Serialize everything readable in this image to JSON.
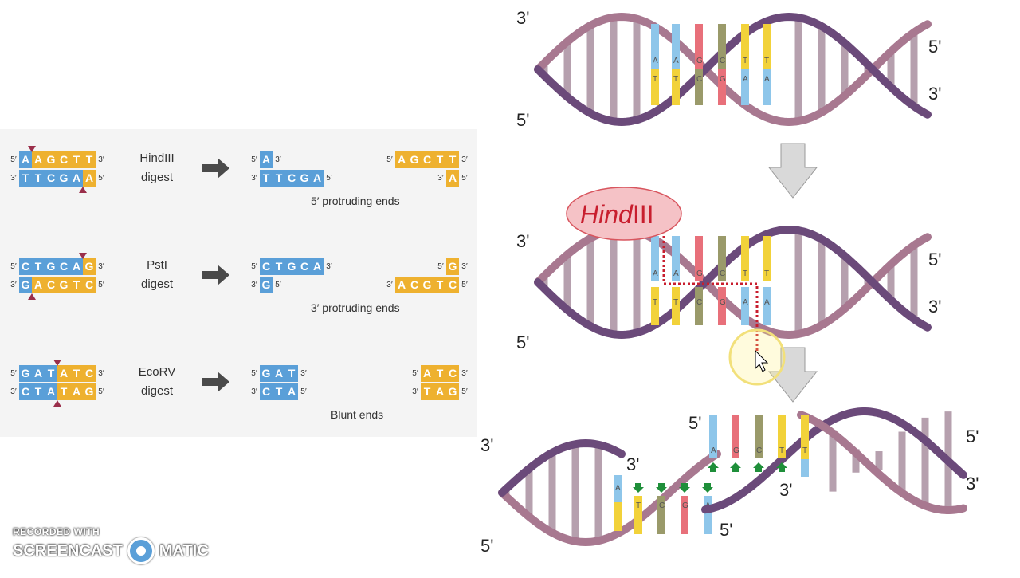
{
  "rows": [
    {
      "name": "hindiii",
      "enzyme_line1": "HindIII",
      "enzyme_line2": "digest",
      "top_seq": [
        "A",
        "A",
        "G",
        "C",
        "T",
        "T"
      ],
      "bottom_seq": [
        "T",
        "T",
        "C",
        "G",
        "A",
        "A"
      ],
      "top_colors": [
        "b",
        "o",
        "o",
        "o",
        "o",
        "o"
      ],
      "bottom_colors": [
        "b",
        "b",
        "b",
        "b",
        "b",
        "o"
      ],
      "frag1_top": [
        "A"
      ],
      "frag1_bottom": [
        "T",
        "T",
        "C",
        "G",
        "A"
      ],
      "frag2_top": [
        "A",
        "G",
        "C",
        "T",
        "T"
      ],
      "frag2_bottom": [
        "A"
      ],
      "caption": "5′ protruding ends"
    },
    {
      "name": "psti",
      "enzyme_line1": "PstI",
      "enzyme_line2": "digest",
      "top_seq": [
        "C",
        "T",
        "G",
        "C",
        "A",
        "G"
      ],
      "bottom_seq": [
        "G",
        "A",
        "C",
        "G",
        "T",
        "C"
      ],
      "top_colors": [
        "b",
        "b",
        "b",
        "b",
        "b",
        "o"
      ],
      "bottom_colors": [
        "b",
        "o",
        "o",
        "o",
        "o",
        "o"
      ],
      "frag1_top": [
        "C",
        "T",
        "G",
        "C",
        "A"
      ],
      "frag1_bottom": [
        "G"
      ],
      "frag2_top": [
        "G"
      ],
      "frag2_bottom": [
        "A",
        "C",
        "G",
        "T",
        "C"
      ],
      "caption": "3′ protruding ends"
    },
    {
      "name": "ecorv",
      "enzyme_line1": "EcoRV",
      "enzyme_line2": "digest",
      "top_seq": [
        "G",
        "A",
        "T",
        "A",
        "T",
        "C"
      ],
      "bottom_seq": [
        "C",
        "T",
        "A",
        "T",
        "A",
        "G"
      ],
      "top_colors": [
        "b",
        "b",
        "b",
        "o",
        "o",
        "o"
      ],
      "bottom_colors": [
        "b",
        "b",
        "b",
        "o",
        "o",
        "o"
      ],
      "frag1_top": [
        "G",
        "A",
        "T"
      ],
      "frag1_bottom": [
        "C",
        "T",
        "A"
      ],
      "frag2_top": [
        "A",
        "T",
        "C"
      ],
      "frag2_bottom": [
        "T",
        "A",
        "G"
      ],
      "caption": "Blunt ends"
    }
  ],
  "end_labels": {
    "five": "5′",
    "three": "3′"
  },
  "helix_labels": {
    "three": "3'",
    "five": "5'"
  },
  "hindiii_bubble": {
    "italic": "Hind",
    "rest": "III"
  },
  "top_helix_bases_top": [
    "A",
    "A",
    "G",
    "C",
    "T",
    "T"
  ],
  "top_helix_bases_bottom": [
    "T",
    "T",
    "C",
    "G",
    "A",
    "A"
  ],
  "cut_top_bases": [
    "A",
    "G",
    "C",
    "T",
    "T"
  ],
  "cut_left_bases": [
    "A",
    "T",
    "C",
    "G",
    "A"
  ],
  "watermark": {
    "line1": "RECORDED WITH",
    "line2a": "SCREENCAST",
    "line2b": "MATIC"
  },
  "colors": {
    "blue": "#5a9fd8",
    "orange": "#eeb12f",
    "helix_dark": "#6b4a7a",
    "helix_light": "#a87890",
    "rung": "#b6a0ae",
    "red": "#e8707a",
    "olive": "#9a9a6a",
    "yellow": "#f2d23a",
    "ltblue": "#8ec6ea"
  }
}
